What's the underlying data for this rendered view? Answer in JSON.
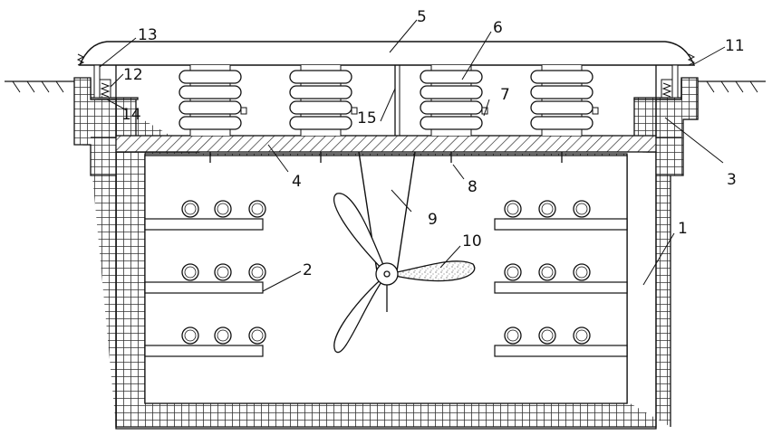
{
  "diagram": {
    "labels": [
      {
        "id": "1",
        "text": "1",
        "part": "tank-wall"
      },
      {
        "id": "2",
        "text": "2",
        "part": "heating-tube-rack"
      },
      {
        "id": "3",
        "text": "3",
        "part": "support-ledge"
      },
      {
        "id": "4",
        "text": "4",
        "part": "lid-plate"
      },
      {
        "id": "5",
        "text": "5",
        "part": "top-cover"
      },
      {
        "id": "6",
        "text": "6",
        "part": "bellows"
      },
      {
        "id": "7",
        "text": "7",
        "part": "side-pin"
      },
      {
        "id": "8",
        "text": "8",
        "part": "hanging-rod"
      },
      {
        "id": "9",
        "text": "9",
        "part": "agitator-shaft"
      },
      {
        "id": "10",
        "text": "10",
        "part": "propeller-blade"
      },
      {
        "id": "11",
        "text": "11",
        "part": "right-spring"
      },
      {
        "id": "12",
        "text": "12",
        "part": "left-spring"
      },
      {
        "id": "13",
        "text": "13",
        "part": "left-post"
      },
      {
        "id": "14",
        "text": "14",
        "part": "left-seal-block"
      },
      {
        "id": "15",
        "text": "15",
        "part": "center-divider"
      }
    ]
  }
}
